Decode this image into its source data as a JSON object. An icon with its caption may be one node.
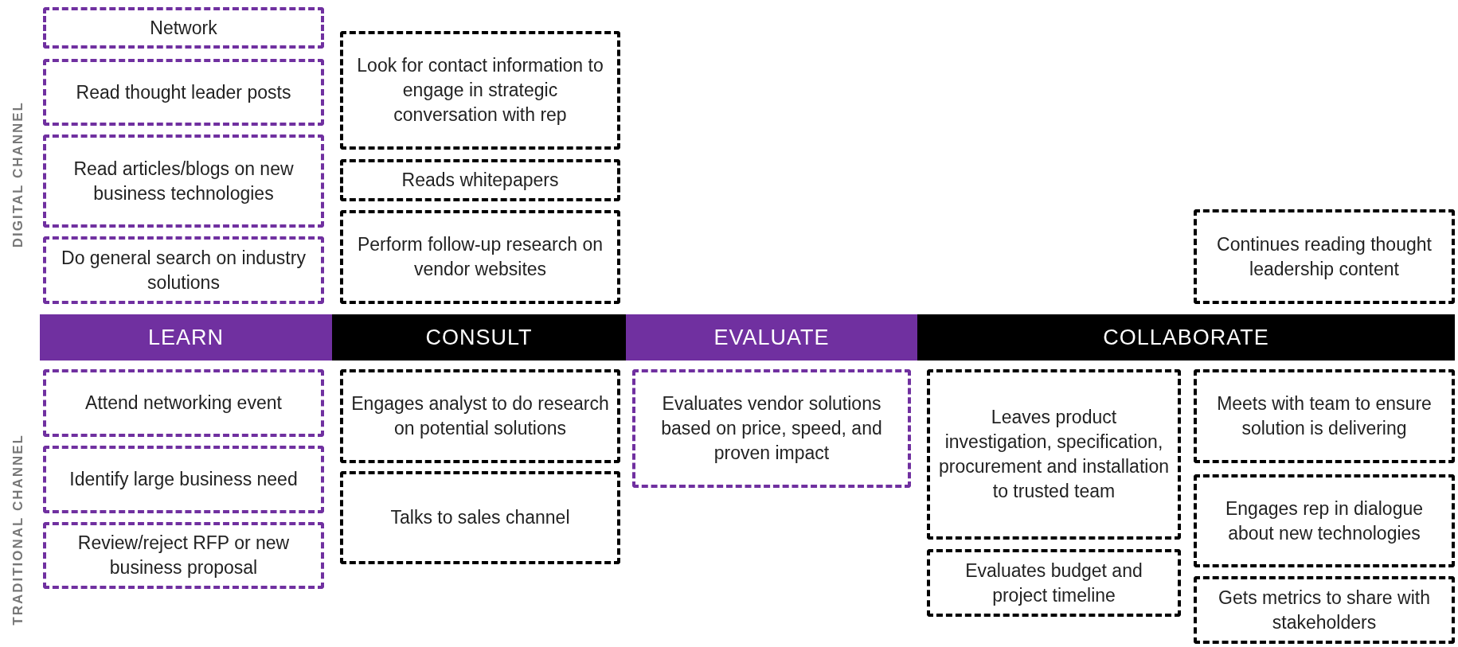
{
  "diagram": {
    "nodes": [
      {
        "text": [
          "Network"
        ]
      },
      {
        "text": [
          "Read thought leader posts"
        ]
      },
      {
        "text": [
          "Read articles/blogs on new business technologies"
        ]
      },
      {
        "text": [
          "Do general search on industry solutions"
        ]
      },
      {
        "text": [
          "Look for contact information to engage in strategic conversation with rep"
        ]
      },
      {
        "text": [
          "Reads whitepapers"
        ]
      },
      {
        "text": [
          "Perform follow-up research on vendor websites"
        ]
      },
      {
        "text": [
          "Continues reading thought leadership content"
        ]
      },
      {
        "text": [
          "LEARN"
        ]
      },
      {
        "text": [
          "CONSULT"
        ]
      },
      {
        "text": [
          "EVALUATE"
        ]
      },
      {
        "text": [
          "COLLABORATE"
        ]
      },
      {
        "text": [
          "Attend networking event"
        ]
      },
      {
        "text": [
          "Identify large business need"
        ]
      },
      {
        "text": [
          "Review/reject RFP or new business proposal"
        ]
      },
      {
        "text": [
          "Engages analyst to do research on potential solutions"
        ]
      },
      {
        "text": [
          "Talks to sales channel"
        ]
      },
      {
        "text": [
          "Evaluates vendor solutions based on price, speed, and proven impact"
        ]
      },
      {
        "text": [
          "Leaves product investigation, specification, procurement and installation to trusted team"
        ]
      },
      {
        "text": [
          "Evaluates budget and project timeline"
        ]
      },
      {
        "text": [
          "Meets with team to ensure solution is delivering"
        ]
      },
      {
        "text": [
          "Engages rep in dialogue about new technologies"
        ]
      },
      {
        "text": [
          "Gets metrics to share with stakeholders"
        ]
      }
    ],
    "edges": [],
    "labels": [
      "DIGITAL CHANNEL",
      "TRADITIONAL CHANNEL"
    ]
  }
}
